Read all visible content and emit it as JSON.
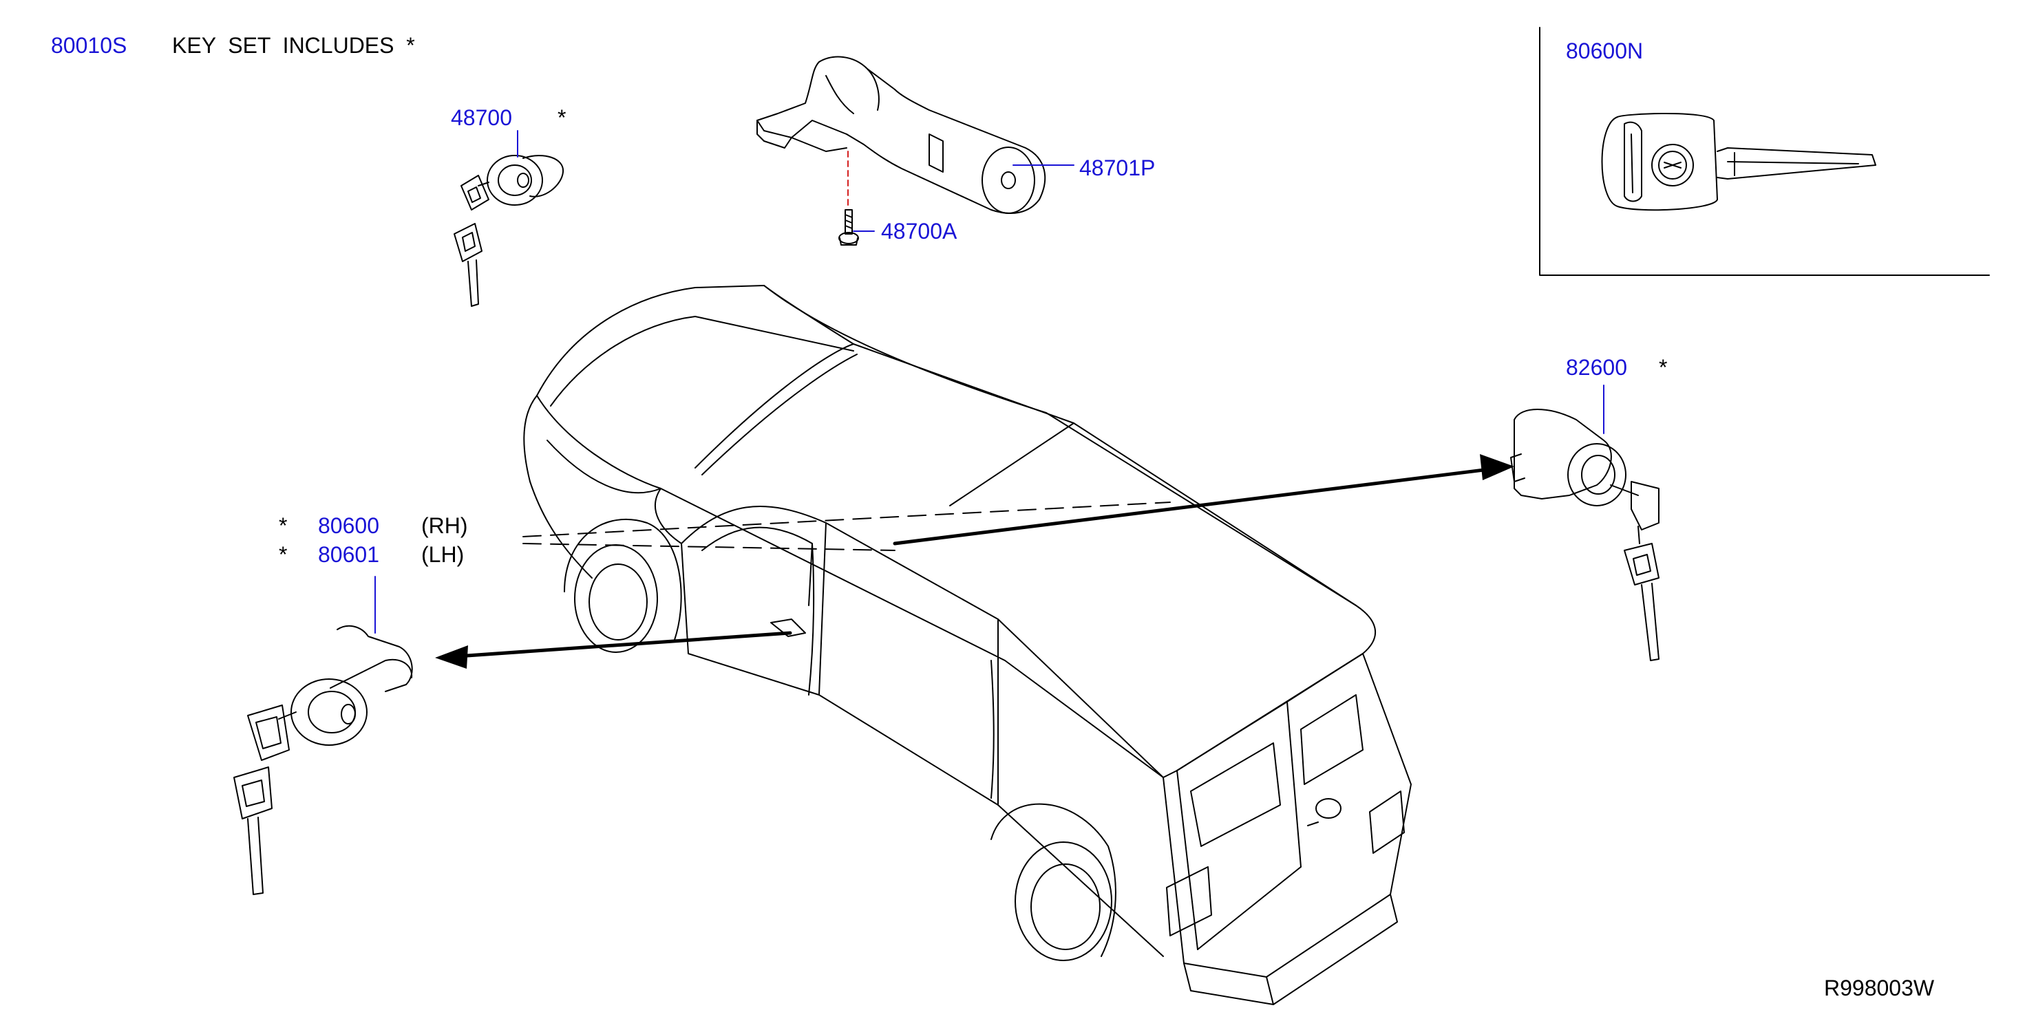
{
  "diagram": {
    "kit_part_number": "80010S",
    "kit_note": "KEY  SET  INCLUDES  *",
    "callouts": [
      {
        "id": "ignition-lock-part",
        "part_number": "48700",
        "marker": "*"
      },
      {
        "id": "ignition-cylinder-part",
        "part_number": "48701P"
      },
      {
        "id": "screw-part",
        "part_number": "48700A"
      },
      {
        "id": "key-blank-part",
        "part_number": "80600N"
      },
      {
        "id": "rear-door-lock-part",
        "part_number": "82600",
        "marker": "*"
      },
      {
        "id": "door-lock-rh-part",
        "part_number": "80600",
        "side": "(RH)",
        "marker": "*"
      },
      {
        "id": "door-lock-lh-part",
        "part_number": "80601",
        "side": "(LH)",
        "marker": "*"
      }
    ],
    "diagram_code": "R998003W"
  },
  "colors": {
    "part_number_text": "#1a14d6",
    "line_art": "#000000",
    "leader_line": "#1a14d6",
    "hidden_line": "#d42020",
    "background": "#ffffff"
  }
}
